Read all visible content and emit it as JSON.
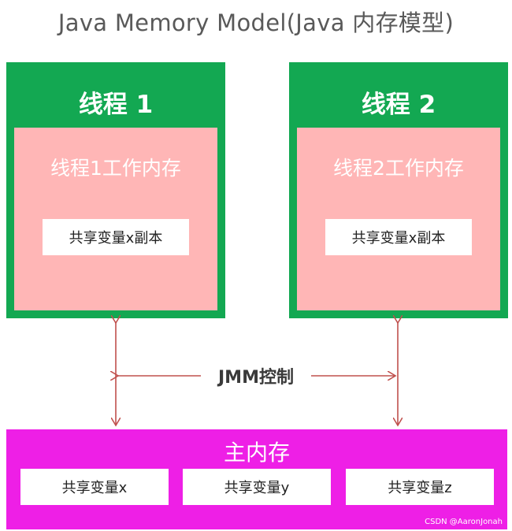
{
  "title": "Java Memory Model(Java 内存模型)",
  "threads": [
    {
      "label": "线程 1",
      "work_memory": "线程1工作内存",
      "copy": "共享变量x副本"
    },
    {
      "label": "线程 2",
      "work_memory": "线程2工作内存",
      "copy": "共享变量x副本"
    }
  ],
  "jmm_control": "JMM控制",
  "main_memory": {
    "label": "主内存",
    "variables": [
      "共享变量x",
      "共享变量y",
      "共享变量z"
    ]
  },
  "watermark": "CSDN @AaronJonah",
  "colors": {
    "thread_green": "#13a852",
    "work_memory_pink": "#ffb6b6",
    "main_memory_magenta": "#ee1fe6",
    "arrow_red": "#c0504d"
  }
}
